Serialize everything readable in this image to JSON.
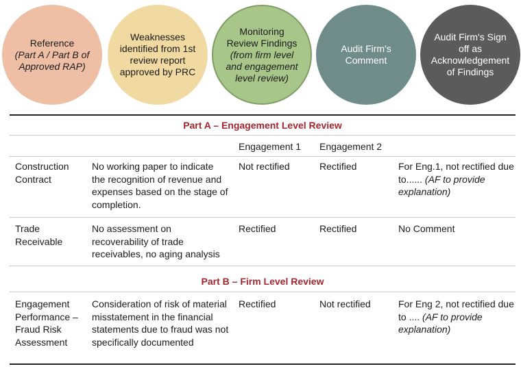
{
  "header": {
    "circles": [
      {
        "line": "Reference",
        "italic": "(Part A / Part B of Approved RAP)"
      },
      {
        "line": "Weaknesses identified from 1st review report approved by PRC",
        "italic": ""
      },
      {
        "line": "Monitoring Review Findings",
        "italic": "(from firm level and engagement level review)"
      },
      {
        "line": "Audit Firm's Comment",
        "italic": ""
      },
      {
        "line": "Audit Firm's Sign off as Acknowledgement of Findings",
        "italic": ""
      }
    ],
    "colors": [
      "#eebfa5",
      "#f1d9a2",
      "#a9c68a",
      "#6f8c8b",
      "#5b5b5b"
    ]
  },
  "part_a": {
    "title": "Part A – Engagement Level Review",
    "col_headers": [
      "Engagement 1",
      "Engagement 2"
    ],
    "rows": [
      {
        "reference": "Construction Contract",
        "weakness": "No working paper to indicate the recognition of revenue and expenses based on the stage of completion.",
        "eng1": "Not rectified",
        "eng2": "Rectified",
        "comment": "For Eng.1, not rectified due to......",
        "comment_italic": "(AF to provide explanation)"
      },
      {
        "reference": "Trade Receivable",
        "weakness": "No assessment on recoverability of trade receivables, no aging analysis",
        "eng1": "Rectified",
        "eng2": "Rectified",
        "comment": "No Comment",
        "comment_italic": ""
      }
    ]
  },
  "part_b": {
    "title": "Part B – Firm Level Review",
    "rows": [
      {
        "reference": "Engagement Performance – Fraud Risk Assessment",
        "weakness": "Consideration of risk of material misstatement in the financial statements due to fraud was not specifically documented",
        "eng1": "Rectified",
        "eng2": "Not rectified",
        "comment": "For Eng 2, not rectified due to ....",
        "comment_italic": "(AF to provide explanation)"
      }
    ]
  },
  "accent_color": "#a5252e"
}
